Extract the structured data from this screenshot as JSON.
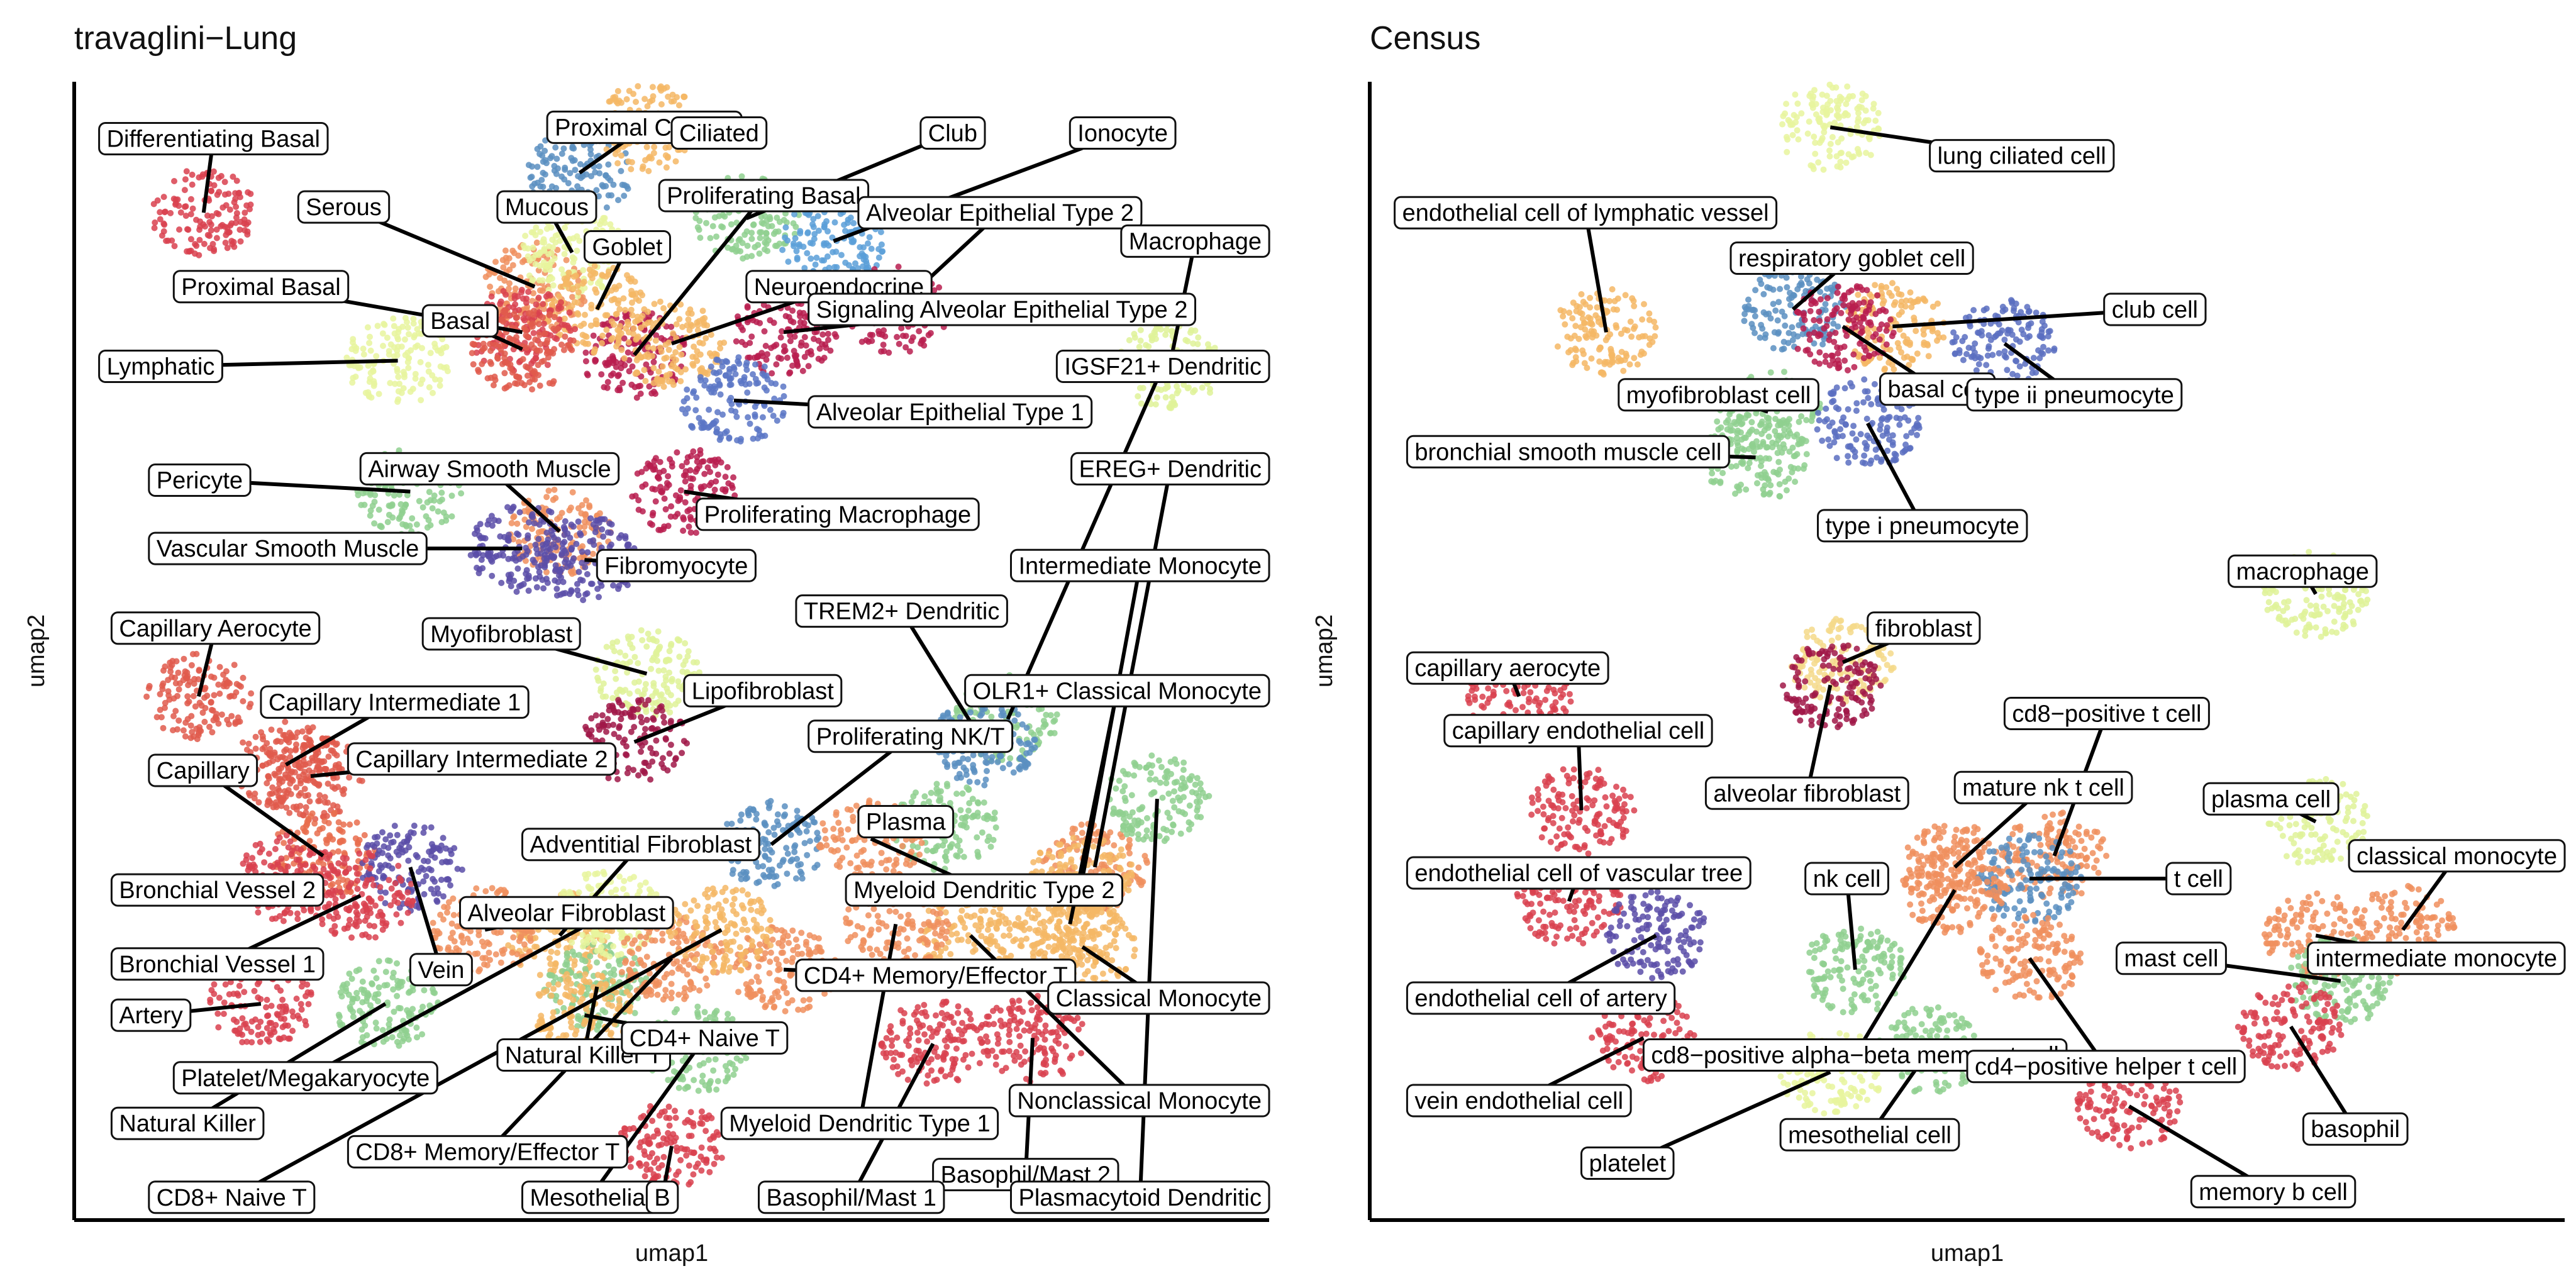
{
  "chart_data": [
    {
      "type": "scatter",
      "title": "travaglini−Lung",
      "xlabel": "umap1",
      "ylabel": "umap2",
      "grid": false,
      "legend": "none (direct labels)",
      "clusters": [
        {
          "label": "Differentiating Basal",
          "x": 5.2,
          "y": 88.5,
          "lx": 1.0,
          "ly": 95.0,
          "color": "#d9414f"
        },
        {
          "label": "Proximal Ciliated",
          "x": 20.3,
          "y": 92.0,
          "lx": 19.0,
          "ly": 96.0,
          "color": "#5b8fc1"
        },
        {
          "label": "Ciliated",
          "x": 23.0,
          "y": 96.0,
          "lx": 24.0,
          "ly": 95.5,
          "color": "#f5b765"
        },
        {
          "label": "Club",
          "x": 27.0,
          "y": 88.0,
          "lx": 34.0,
          "ly": 95.5,
          "color": "#8fd08f"
        },
        {
          "label": "Ionocyte",
          "x": 30.5,
          "y": 86.0,
          "lx": 40.0,
          "ly": 95.5,
          "color": "#5a9fd8"
        },
        {
          "label": "Serous",
          "x": 18.5,
          "y": 82.0,
          "lx": 9.0,
          "ly": 89.0,
          "color": "#f08f5e"
        },
        {
          "label": "Mucous",
          "x": 20.0,
          "y": 85.0,
          "lx": 17.0,
          "ly": 89.0,
          "color": "#e8f49e"
        },
        {
          "label": "Proliferating Basal",
          "x": 22.5,
          "y": 76.0,
          "lx": 23.5,
          "ly": 90.0,
          "color": "#b81d4f"
        },
        {
          "label": "Alveolar Epithelial Type 2",
          "x": 33.0,
          "y": 80.0,
          "lx": 31.5,
          "ly": 88.5,
          "color": "#b81d4f"
        },
        {
          "label": "Goblet",
          "x": 21.0,
          "y": 80.0,
          "lx": 20.5,
          "ly": 85.5,
          "color": "#f5b765"
        },
        {
          "label": "Macrophage",
          "x": 44.0,
          "y": 75.0,
          "lx": 46.0,
          "ly": 86.0,
          "color": "#dff299"
        },
        {
          "label": "Proximal Basal",
          "x": 18.0,
          "y": 78.0,
          "lx": 4.0,
          "ly": 82.0,
          "color": "#d9414f"
        },
        {
          "label": "Neuroendocrine",
          "x": 24.0,
          "y": 77.0,
          "lx": 27.0,
          "ly": 82.0,
          "color": "#f5b765"
        },
        {
          "label": "Signaling Alveolar Epithelial Type 2",
          "x": 28.5,
          "y": 78.0,
          "lx": 29.5,
          "ly": 80.0,
          "color": "#b81d4f"
        },
        {
          "label": "Basal",
          "x": 18.0,
          "y": 76.5,
          "lx": 14.0,
          "ly": 79.0,
          "color": "#e05a4c"
        },
        {
          "label": "Lymphatic",
          "x": 13.0,
          "y": 75.5,
          "lx": 1.0,
          "ly": 75.0,
          "color": "#e8f49e"
        },
        {
          "label": "IGSF21+ Dendritic",
          "x": 37.5,
          "y": 44.0,
          "lx": 40.0,
          "ly": 75.0,
          "color": "#8fd08f"
        },
        {
          "label": "Alveolar Epithelial Type 1",
          "x": 26.5,
          "y": 72.0,
          "lx": 29.5,
          "ly": 71.0,
          "color": "#5b76c6"
        },
        {
          "label": "EREG+ Dendritic",
          "x": 41.0,
          "y": 31.0,
          "lx": 40.5,
          "ly": 66.0,
          "color": "#f08f5e"
        },
        {
          "label": "Pericyte",
          "x": 13.5,
          "y": 64.0,
          "lx": 3.0,
          "ly": 65.0,
          "color": "#8fd08f"
        },
        {
          "label": "Airway Smooth Muscle",
          "x": 19.5,
          "y": 60.5,
          "lx": 11.5,
          "ly": 66.0,
          "color": "#f08f5e"
        },
        {
          "label": "Proliferating Macrophage",
          "x": 24.5,
          "y": 64.0,
          "lx": 25.0,
          "ly": 62.0,
          "color": "#b81d4f"
        },
        {
          "label": "Vascular Smooth Muscle",
          "x": 18.0,
          "y": 59.0,
          "lx": 3.0,
          "ly": 59.0,
          "color": "#5b4ea8"
        },
        {
          "label": "Fibromyocyte",
          "x": 20.5,
          "y": 58.0,
          "lx": 21.0,
          "ly": 57.5,
          "color": "#5b4ea8"
        },
        {
          "label": "Intermediate Monocyte",
          "x": 40.5,
          "y": 30.0,
          "lx": 38.5,
          "ly": 57.5,
          "color": "#f5b765"
        },
        {
          "label": "TREM2+ Dendritic",
          "x": 36.5,
          "y": 42.0,
          "lx": 29.0,
          "ly": 53.5,
          "color": "#5b8fc1"
        },
        {
          "label": "Capillary Aerocyte",
          "x": 5.0,
          "y": 46.0,
          "lx": 1.5,
          "ly": 52.0,
          "color": "#e05a4c"
        },
        {
          "label": "Myofibroblast",
          "x": 23.0,
          "y": 48.0,
          "lx": 14.0,
          "ly": 51.5,
          "color": "#dff299"
        },
        {
          "label": "Lipofibroblast",
          "x": 22.5,
          "y": 42.0,
          "lx": 24.5,
          "ly": 46.5,
          "color": "#a01848"
        },
        {
          "label": "OLR1+ Classical Monocyte",
          "x": 40.0,
          "y": 26.0,
          "lx": 37.0,
          "ly": 46.5,
          "color": "#f5b765"
        },
        {
          "label": "Capillary Intermediate 1",
          "x": 8.5,
          "y": 40.0,
          "lx": 7.5,
          "ly": 45.5,
          "color": "#e05a4c"
        },
        {
          "label": "Proliferating NK/T",
          "x": 28.0,
          "y": 33.0,
          "lx": 29.5,
          "ly": 42.5,
          "color": "#5b8fc1"
        },
        {
          "label": "Capillary Intermediate 2",
          "x": 9.5,
          "y": 39.0,
          "lx": 11.0,
          "ly": 40.5,
          "color": "#e05a4c"
        },
        {
          "label": "Capillary",
          "x": 10.0,
          "y": 32.0,
          "lx": 3.0,
          "ly": 39.5,
          "color": "#e96d4d"
        },
        {
          "label": "Plasma",
          "x": 35.0,
          "y": 34.5,
          "lx": 31.5,
          "ly": 35.0,
          "color": "#8fd08f"
        },
        {
          "label": "Adventitial Fibroblast",
          "x": 19.5,
          "y": 25.0,
          "lx": 18.0,
          "ly": 33.0,
          "color": "#f5b765"
        },
        {
          "label": "Bronchial Vessel 2",
          "x": 8.5,
          "y": 30.0,
          "lx": 1.5,
          "ly": 29.0,
          "color": "#d9414f"
        },
        {
          "label": "Alveolar Fibroblast",
          "x": 16.5,
          "y": 25.5,
          "lx": 15.5,
          "ly": 27.0,
          "color": "#f08f5e"
        },
        {
          "label": "Myeloid Dendritic Type 2",
          "x": 32.0,
          "y": 33.5,
          "lx": 31.0,
          "ly": 29.0,
          "color": "#f08f5e"
        },
        {
          "label": "Vein",
          "x": 13.5,
          "y": 31.0,
          "lx": 13.5,
          "ly": 22.0,
          "color": "#5b4ea8"
        },
        {
          "label": "Bronchial Vessel 1",
          "x": 11.5,
          "y": 28.5,
          "lx": 1.5,
          "ly": 22.5,
          "color": "#d9414f"
        },
        {
          "label": "CD4+ Memory/Effector T",
          "x": 28.5,
          "y": 22.0,
          "lx": 29.0,
          "ly": 21.5,
          "color": "#f08f5e"
        },
        {
          "label": "Classical Monocyte",
          "x": 40.5,
          "y": 24.0,
          "lx": 41.5,
          "ly": 19.5,
          "color": "#f5b765"
        },
        {
          "label": "Artery",
          "x": 7.5,
          "y": 19.0,
          "lx": 1.5,
          "ly": 18.0,
          "color": "#d9414f"
        },
        {
          "label": "Natural Killer T",
          "x": 21.0,
          "y": 20.5,
          "lx": 17.0,
          "ly": 14.5,
          "color": "#8fd08f"
        },
        {
          "label": "CD4+ Naive T",
          "x": 20.5,
          "y": 18.0,
          "lx": 22.0,
          "ly": 16.0,
          "color": "#f5b765"
        },
        {
          "label": "Platelet/Megakaryocyte",
          "x": 21.5,
          "y": 27.0,
          "lx": 4.0,
          "ly": 12.5,
          "color": "#e8f49e"
        },
        {
          "label": "Nonclassical Monocyte",
          "x": 36.0,
          "y": 25.0,
          "lx": 38.5,
          "ly": 10.5,
          "color": "#f5b765"
        },
        {
          "label": "Natural Killer",
          "x": 12.5,
          "y": 19.0,
          "lx": 1.5,
          "ly": 8.5,
          "color": "#8fd08f"
        },
        {
          "label": "Myeloid Dendritic Type 1",
          "x": 33.0,
          "y": 26.0,
          "lx": 26.0,
          "ly": 8.5,
          "color": "#f08f5e"
        },
        {
          "label": "CD8+ Memory/Effector T",
          "x": 24.0,
          "y": 23.0,
          "lx": 11.0,
          "ly": 6.0,
          "color": "#f08f5e"
        },
        {
          "label": "Basophil/Mast 2",
          "x": 38.5,
          "y": 16.0,
          "lx": 34.5,
          "ly": 4.0,
          "color": "#d9414f"
        },
        {
          "label": "CD8+ Naive T",
          "x": 26.0,
          "y": 25.5,
          "lx": 3.0,
          "ly": 2.0,
          "color": "#f5b765"
        },
        {
          "label": "Mesothelial",
          "x": 25.0,
          "y": 15.0,
          "lx": 18.0,
          "ly": 2.0,
          "color": "#8fd08f"
        },
        {
          "label": "B",
          "x": 24.0,
          "y": 6.5,
          "lx": 23.0,
          "ly": 2.0,
          "color": "#d9414f"
        },
        {
          "label": "Basophil/Mast 1",
          "x": 34.5,
          "y": 15.5,
          "lx": 27.5,
          "ly": 2.0,
          "color": "#d9414f"
        },
        {
          "label": "Plasmacytoid Dendritic",
          "x": 43.5,
          "y": 37.0,
          "lx": 38.0,
          "ly": 2.0,
          "color": "#8fd08f"
        }
      ]
    },
    {
      "type": "scatter",
      "title": "Census",
      "xlabel": "umap1",
      "ylabel": "umap2",
      "grid": false,
      "legend": "none (direct labels)",
      "clusters": [
        {
          "label": "lung ciliated cell",
          "x": 18.5,
          "y": 96.0,
          "lx": 22.5,
          "ly": 93.5,
          "color": "#e8f49e"
        },
        {
          "label": "endothelial cell of lymphatic vessel",
          "x": 9.5,
          "y": 78.0,
          "lx": 1.0,
          "ly": 88.5,
          "color": "#f5b765"
        },
        {
          "label": "respiratory goblet cell",
          "x": 17.0,
          "y": 80.0,
          "lx": 14.5,
          "ly": 84.5,
          "color": "#5b8fc1"
        },
        {
          "label": "club cell",
          "x": 21.0,
          "y": 78.5,
          "lx": 29.5,
          "ly": 80.0,
          "color": "#f5b765"
        },
        {
          "label": "basal cell",
          "x": 19.0,
          "y": 78.5,
          "lx": 20.5,
          "ly": 73.0,
          "color": "#b81d4f"
        },
        {
          "label": "myofibroblast cell",
          "x": 16.0,
          "y": 71.0,
          "lx": 10.0,
          "ly": 72.5,
          "color": "#8fd08f"
        },
        {
          "label": "type ii pneumocyte",
          "x": 25.5,
          "y": 77.0,
          "lx": 24.0,
          "ly": 72.5,
          "color": "#5b6fc1"
        },
        {
          "label": "bronchial smooth muscle cell",
          "x": 15.5,
          "y": 67.0,
          "lx": 1.5,
          "ly": 67.5,
          "color": "#8fd08f"
        },
        {
          "label": "type i pneumocyte",
          "x": 20.0,
          "y": 70.0,
          "lx": 18.0,
          "ly": 61.0,
          "color": "#5b6fc1"
        },
        {
          "label": "fibroblast",
          "x": 19.0,
          "y": 49.0,
          "lx": 20.0,
          "ly": 52.0,
          "color": "#f5d98a"
        },
        {
          "label": "macrophage",
          "x": 38.0,
          "y": 55.0,
          "lx": 34.5,
          "ly": 57.0,
          "color": "#dff299"
        },
        {
          "label": "capillary aerocyte",
          "x": 6.0,
          "y": 46.0,
          "lx": 1.5,
          "ly": 48.5,
          "color": "#d9414f"
        },
        {
          "label": "alveolar fibroblast",
          "x": 18.5,
          "y": 47.0,
          "lx": 13.5,
          "ly": 37.5,
          "color": "#a01848"
        },
        {
          "label": "cd8−positive t cell",
          "x": 27.5,
          "y": 32.0,
          "lx": 25.5,
          "ly": 44.5,
          "color": "#f08f5e"
        },
        {
          "label": "capillary endothelial cell",
          "x": 8.5,
          "y": 36.0,
          "lx": 3.0,
          "ly": 43.0,
          "color": "#d9414f"
        },
        {
          "label": "mature nk t cell",
          "x": 23.5,
          "y": 31.0,
          "lx": 23.5,
          "ly": 38.0,
          "color": "#f08f5e"
        },
        {
          "label": "plasma cell",
          "x": 38.0,
          "y": 35.0,
          "lx": 33.5,
          "ly": 37.0,
          "color": "#dff299"
        },
        {
          "label": "classical monocyte",
          "x": 41.5,
          "y": 25.5,
          "lx": 39.5,
          "ly": 32.0,
          "color": "#f08f5e"
        },
        {
          "label": "t cell",
          "x": 26.5,
          "y": 30.0,
          "lx": 32.0,
          "ly": 30.0,
          "color": "#5b8fc1"
        },
        {
          "label": "nk cell",
          "x": 19.5,
          "y": 22.0,
          "lx": 17.5,
          "ly": 30.0,
          "color": "#8fd08f"
        },
        {
          "label": "endothelial cell of vascular tree",
          "x": 8.0,
          "y": 28.0,
          "lx": 1.5,
          "ly": 30.5,
          "color": "#d9414f"
        },
        {
          "label": "intermediate monocyte",
          "x": 38.0,
          "y": 25.0,
          "lx": 38.5,
          "ly": 23.0,
          "color": "#f08f5e"
        },
        {
          "label": "mast cell",
          "x": 39.0,
          "y": 21.0,
          "lx": 30.0,
          "ly": 23.0,
          "color": "#8fd08f"
        },
        {
          "label": "endothelial cell of artery",
          "x": 11.5,
          "y": 25.0,
          "lx": 1.5,
          "ly": 19.5,
          "color": "#5b4ea8"
        },
        {
          "label": "cd8−positive alpha−beta memory t cell",
          "x": 23.5,
          "y": 29.0,
          "lx": 11.0,
          "ly": 14.5,
          "color": "#f08f5e"
        },
        {
          "label": "cd4−positive helper t cell",
          "x": 26.5,
          "y": 23.0,
          "lx": 24.0,
          "ly": 13.5,
          "color": "#f08f5e"
        },
        {
          "label": "vein endothelial cell",
          "x": 11.0,
          "y": 16.0,
          "lx": 1.5,
          "ly": 10.5,
          "color": "#d9414f"
        },
        {
          "label": "basophil",
          "x": 37.0,
          "y": 17.0,
          "lx": 37.5,
          "ly": 8.0,
          "color": "#d9414f"
        },
        {
          "label": "mesothelial cell",
          "x": 22.5,
          "y": 15.0,
          "lx": 16.5,
          "ly": 7.5,
          "color": "#8fd08f"
        },
        {
          "label": "platelet",
          "x": 18.5,
          "y": 13.0,
          "lx": 8.5,
          "ly": 5.0,
          "color": "#e8f49e"
        },
        {
          "label": "memory b cell",
          "x": 30.5,
          "y": 10.0,
          "lx": 33.0,
          "ly": 2.5,
          "color": "#d9414f"
        }
      ]
    }
  ]
}
